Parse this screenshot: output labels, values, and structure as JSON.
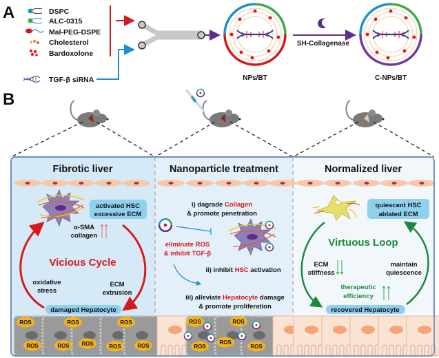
{
  "panel_a": {
    "label": "A",
    "components": [
      {
        "name": "DSPC",
        "icon": "lipid-blue-icon"
      },
      {
        "name": "ALC-0315",
        "icon": "lipid-green-icon"
      },
      {
        "name": "Mal-PEG-DSPE",
        "icon": "lipid-red-icon"
      },
      {
        "name": "Cholesterol",
        "icon": "cholesterol-icon"
      },
      {
        "name": "Bardoxolone",
        "icon": "bardoxolone-icon"
      }
    ],
    "sirna_label": "TGF-β siRNA",
    "np_label": "NPs/BT",
    "enzyme_label": "SH-Collagenase",
    "cnp_label": "C-NPs/BT"
  },
  "panel_b": {
    "label": "B",
    "sections": {
      "fibrotic": {
        "title": "Fibrotic liver",
        "box_line1": "activated HSC",
        "box_line2": "excessive ECM",
        "marker1": "α-SMA",
        "marker2": "collagen",
        "cycle_label": "Vicious Cycle",
        "left_label1": "oxidative",
        "left_label2": "stress",
        "right_label1": "ECM",
        "right_label2": "extrusion",
        "hepatocyte_label": "damaged Hepatocyte",
        "ros": "ROS"
      },
      "treatment": {
        "title": "Nanoparticle treatment",
        "step1_prefix": "i) dagrade ",
        "step1_highlight": "Collagen",
        "step1_line2": "& promote penetration",
        "red_line1": "eliminate ROS",
        "red_line2": "& inhibit TGF-β",
        "step2_prefix": "ii) inhibit ",
        "step2_highlight": "HSC",
        "step2_suffix": " activation",
        "step3_prefix": "iii) alleviate ",
        "step3_highlight": "Hepatocyte",
        "step3_suffix": " damage",
        "step3_line2": "& promote proliferation",
        "ros": "ROS"
      },
      "normalized": {
        "title": "Normalized liver",
        "box_line1": "quiescent HSC",
        "box_line2": "ablated ECM",
        "loop_label": "Virtuous Loop",
        "left_label1": "ECM",
        "left_label2": "stiffness",
        "right_label1": "maintain",
        "right_label2": "quiescence",
        "eff_label1": "therapeutic",
        "eff_label2": "efficiency",
        "hepatocyte_label": "recovered Hepatocyte"
      }
    }
  },
  "colors": {
    "red": "#d7191f",
    "blue": "#1b8fd2",
    "purple": "#5b2d8e",
    "green": "#1b8a3a",
    "box_blue": "#8fd0ef",
    "panel_bg": "#dcecf7",
    "panel_bg2": "#eef5fb"
  }
}
